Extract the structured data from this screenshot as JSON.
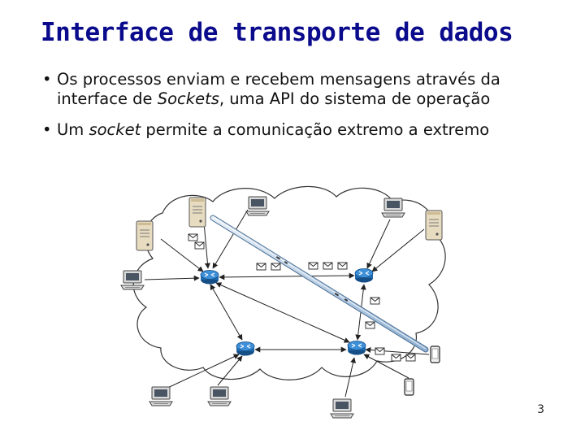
{
  "slide": {
    "title": "Interface de transporte de dados",
    "bullet1_a": "Os processos enviam e recebem mensagens através da interface de ",
    "bullet1_italic": "Sockets",
    "bullet1_b": ", uma API do sistema de operação",
    "bullet2_a": "Um ",
    "bullet2_italic": "socket",
    "bullet2_b": " permite a comunicação extremo a extremo",
    "bullet_glyph": "•",
    "page_number": "3"
  },
  "diagram": {
    "icons": [
      "server-icon",
      "desktop-computer-icon",
      "router-icon",
      "envelope-icon",
      "mobile-phone-icon"
    ],
    "colors": {
      "cloud_stroke": "#333333",
      "router_fill": "#1f6fb5",
      "socket_pipe": "#c9dcef"
    }
  }
}
